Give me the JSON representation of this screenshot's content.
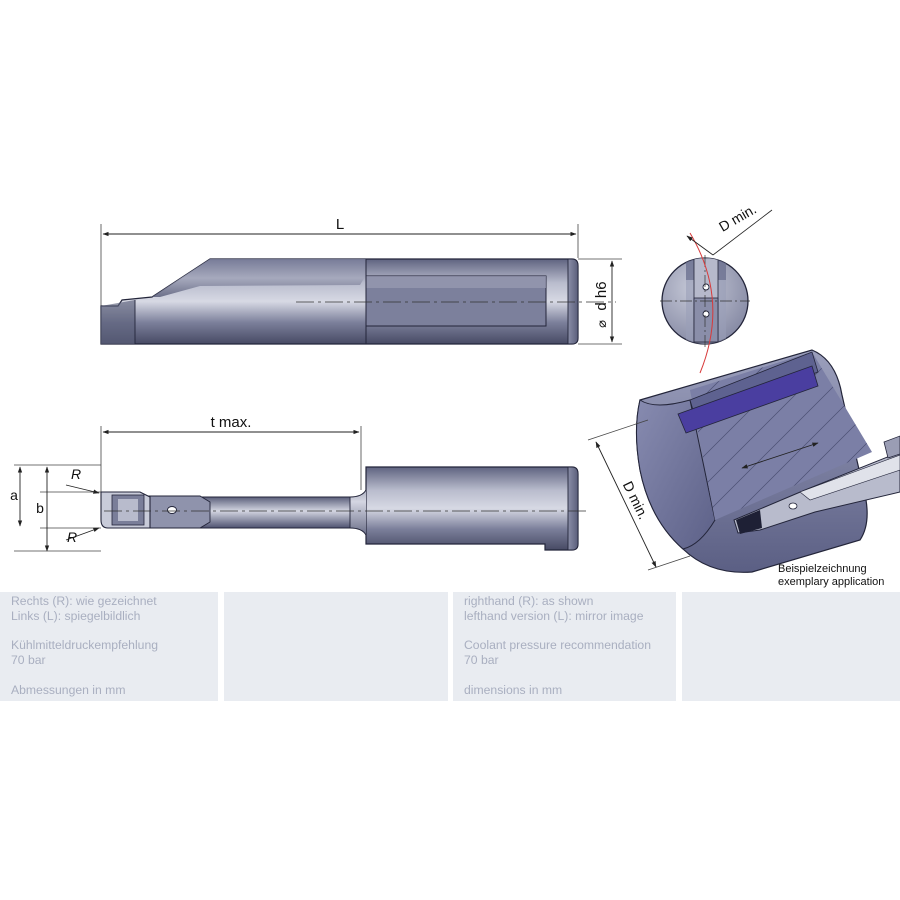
{
  "drawing": {
    "labels": {
      "length": "L",
      "diameter": "d h6",
      "diameter_symbol": "⌀",
      "dmin_top": "D min.",
      "dmin_bottom": "D min.",
      "depth": "t max.",
      "dim_a": "a",
      "dim_b": "b",
      "radius_top": "R",
      "radius_bottom": "R",
      "example_de": "Beispielzeichnung",
      "example_en": "exemplary application"
    },
    "colors": {
      "tool_dark": "#5b5f7a",
      "tool_light": "#c9ccdb",
      "outline": "#23253a",
      "workpiece": "#7478a0",
      "coolant_slot": "#4a3ea0",
      "reference_arc": "#d83a3a"
    }
  },
  "info": {
    "german": {
      "line1": "Rechts (R): wie gezeichnet",
      "line2": "Links (L): spiegelbildlich",
      "line3": "Kühlmitteldruckempfehlung",
      "line4": "70 bar",
      "line5": "Abmessungen in mm"
    },
    "english": {
      "line1": "righthand (R): as shown",
      "line2": "lefthand version (L): mirror image",
      "line3": "Coolant pressure recommendation",
      "line4": "70 bar",
      "line5": "dimensions in mm"
    }
  }
}
